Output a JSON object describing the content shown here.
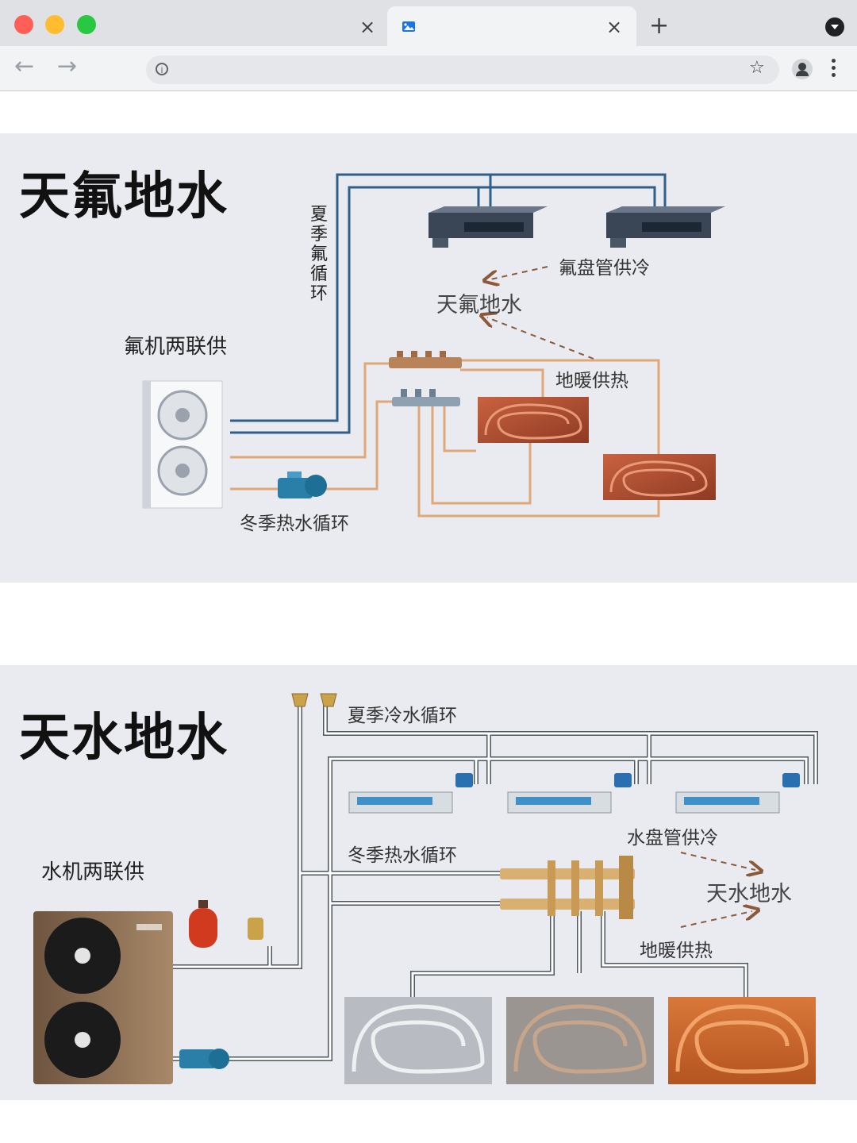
{
  "browser": {
    "active_tab_title": "",
    "address_bar_text": "",
    "new_tab_symbol": "+",
    "close_symbol": "×"
  },
  "diagram1": {
    "title": "天氟地水",
    "unit_label": "氟机两联供",
    "summer_label": "夏季氟循环",
    "coil_label": "氟盘管供冷",
    "center_label": "天氟地水",
    "floor_label": "地暖供热",
    "winter_label": "冬季热水循环"
  },
  "diagram2": {
    "title": "天水地水",
    "unit_label": "水机两联供",
    "summer_label": "夏季冷水循环",
    "winter_label": "冬季热水循环",
    "coil_label": "水盘管供冷",
    "center_label": "天水地水",
    "floor_label": "地暖供热"
  },
  "colors": {
    "blue_pipe": "#2f5f8a",
    "warm_pipe": "#d9a06b",
    "arrow": "#8a5a3a",
    "panel_bg": "#e9ebf0"
  }
}
